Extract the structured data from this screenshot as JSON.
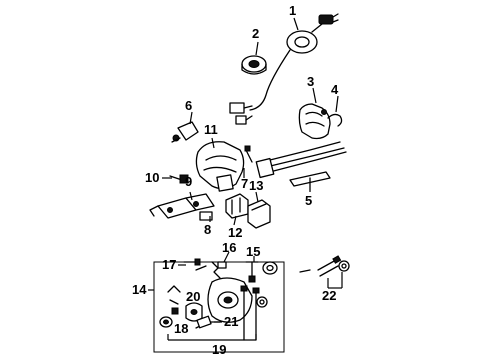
{
  "callouts": {
    "n1": "1",
    "n2": "2",
    "n3": "3",
    "n4": "4",
    "n5": "5",
    "n6": "6",
    "n7": "7",
    "n8": "8",
    "n9": "9",
    "n10": "10",
    "n11": "11",
    "n12": "12",
    "n13": "13",
    "n14": "14",
    "n15": "15",
    "n16": "16",
    "n17": "17",
    "n18": "18",
    "n19": "19",
    "n20": "20",
    "n21": "21",
    "n22": "22"
  }
}
